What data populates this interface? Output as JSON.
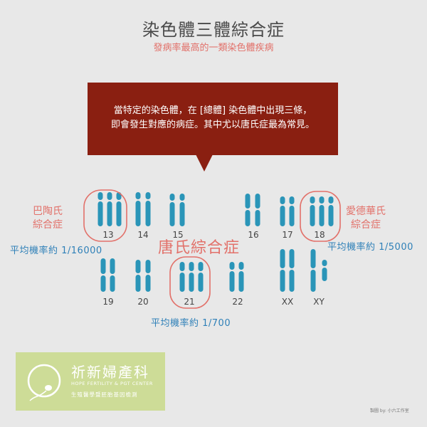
{
  "header": {
    "title": "染色體三體綜合症",
    "subtitle": "發病率最高的一類染色體疾病"
  },
  "callout": {
    "text": "當特定的染色體，在 [總體] 染色體中出現三條，\n即會發生對應的病症。其中尤以唐氏症最為常見。"
  },
  "chromosomes": {
    "labels": [
      "13",
      "14",
      "15",
      "16",
      "17",
      "18",
      "19",
      "20",
      "21",
      "22",
      "XX",
      "XY"
    ]
  },
  "syndromes": {
    "patau": {
      "name": "巴陶氏\n綜合症",
      "probability": "平均機率約 1/16000"
    },
    "edwards": {
      "name": "愛德華氏\n綜合症",
      "probability": "平均機率約 1/5000"
    },
    "down": {
      "name": "唐氏綜合症",
      "probability": "平均機率約 1/700"
    }
  },
  "logo": {
    "title": "祈新婦產科",
    "subtitle": "HOPE FERTILITY & PGT CENTER",
    "tagline": "生殖醫學暨胚胎基因檢測"
  },
  "credit": "製圖 by: 小六工作室",
  "colors": {
    "background": "#e8e8e8",
    "chromosome": "#2a95b8",
    "callout": "#8a1f11",
    "accent": "#e2716a",
    "probability": "#2f80b8",
    "logo": "#cddc97"
  }
}
